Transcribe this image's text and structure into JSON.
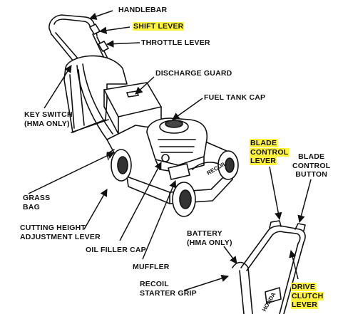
{
  "labels": {
    "handlebar": "HANDLEBAR",
    "shift_lever": "SHIFT LEVER",
    "throttle_lever": "THROTTLE LEVER",
    "discharge_guard": "DISCHARGE GUARD",
    "fuel_tank_cap": "FUEL TANK CAP",
    "key_switch_line1": "KEY SWITCH",
    "key_switch_line2": "(HMA ONLY)",
    "blade_control_lever_line1": "BLADE",
    "blade_control_lever_line2": "CONTROL",
    "blade_control_lever_line3": "LEVER",
    "blade_control_button_line1": "BLADE",
    "blade_control_button_line2": "CONTROL",
    "blade_control_button_line3": "BUTTON",
    "grass_bag_line1": "GRASS",
    "grass_bag_line2": "BAG",
    "cutting_height_line1": "CUTTING HEIGHT",
    "cutting_height_line2": "ADJUSTMENT LEVER",
    "battery_line1": "BATTERY",
    "battery_line2": "(HMA ONLY)",
    "oil_filler_cap": "OIL FILLER CAP",
    "muffler": "MUFFLER",
    "recoil_line1": "RECOIL",
    "recoil_line2": "STARTER GRIP",
    "drive_clutch_line1": "DRIVE",
    "drive_clutch_line2": "CLUTCH",
    "drive_clutch_line3": "LEVER",
    "deck_text": "RECOIL",
    "brand_text": "HONDA"
  },
  "highlight_color": "#fff23a"
}
